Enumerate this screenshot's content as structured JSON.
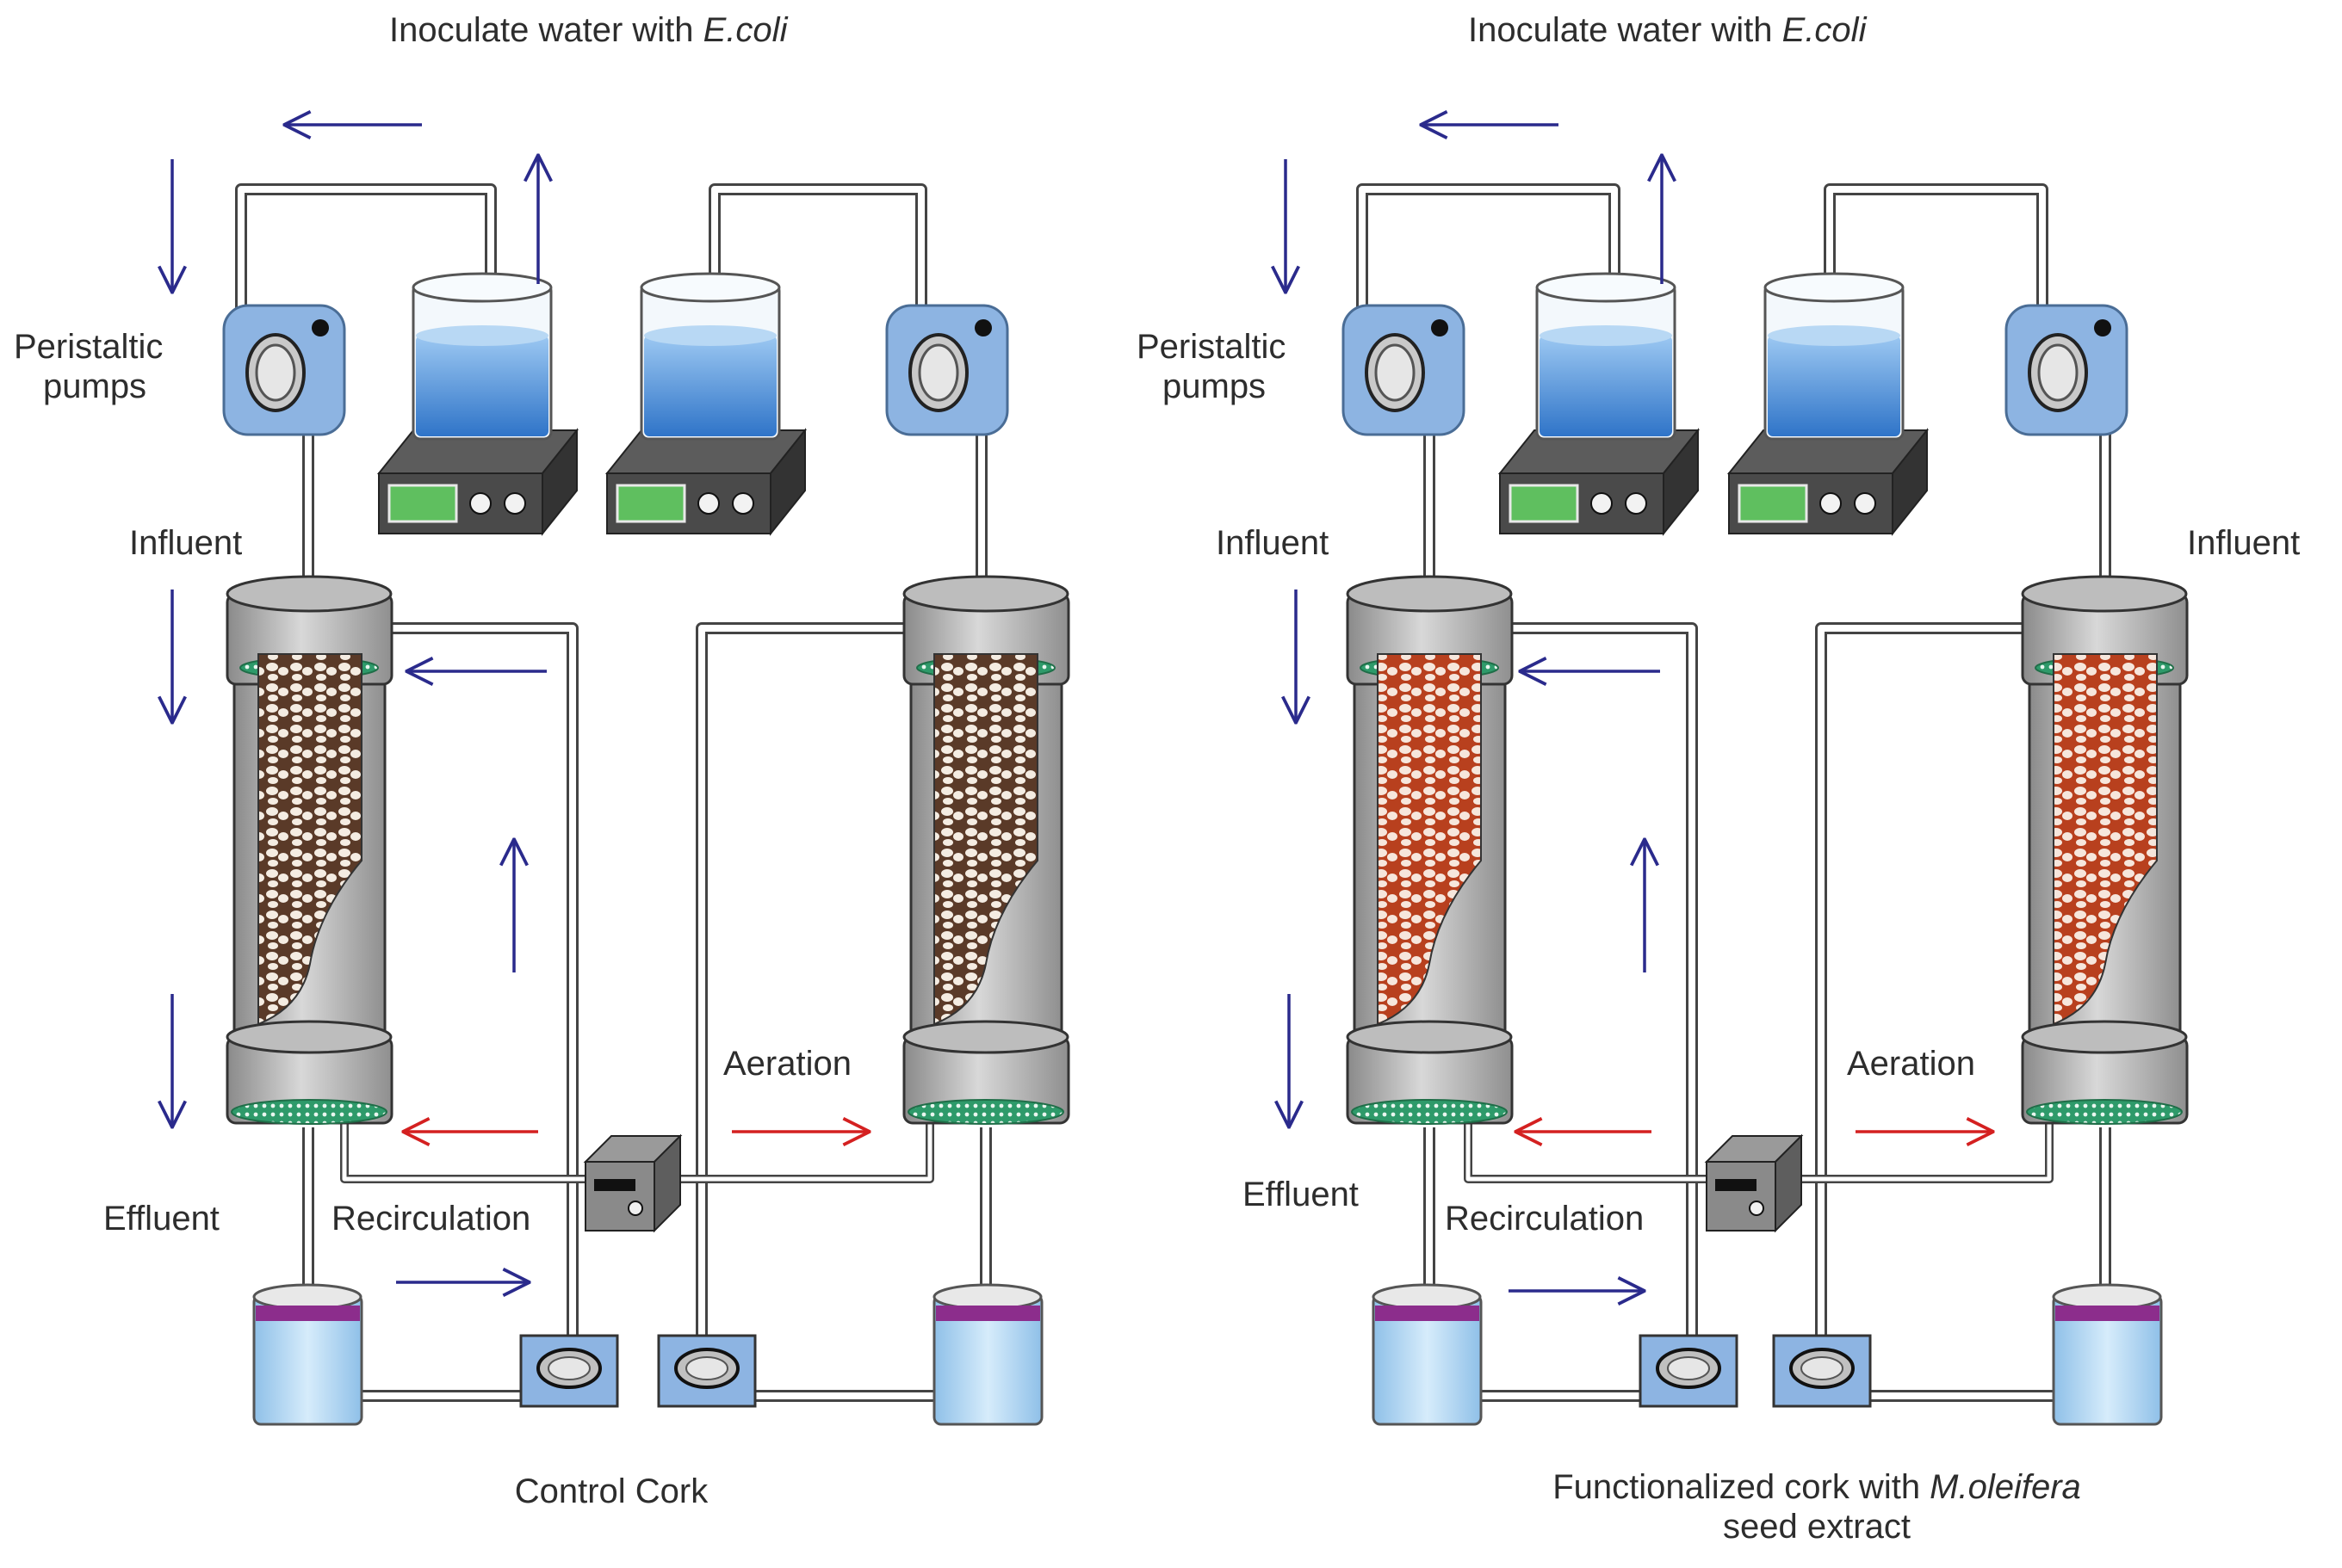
{
  "left_panel": {
    "inoculate_prefix": "Inoculate water with ",
    "inoculate_species": "E.coli",
    "peristaltic_line1": "Peristaltic",
    "peristaltic_line2": "pumps",
    "influent": "Influent",
    "effluent": "Effluent",
    "recirculation": "Recirculation",
    "aeration": "Aeration",
    "caption": "Control Cork"
  },
  "right_panel": {
    "inoculate_prefix": "Inoculate water with ",
    "inoculate_species": "E.coli",
    "peristaltic_line1": "Peristaltic",
    "peristaltic_line2": "pumps",
    "influent_left": "Influent",
    "influent_right": "Influent",
    "effluent": "Effluent",
    "recirculation": "Recirculation",
    "aeration": "Aeration",
    "caption_prefix": "Functionalized cork with ",
    "caption_species": "M.oleifera",
    "caption_line2": "seed extract"
  },
  "colors": {
    "flow_arrow": "#2a2a8c",
    "aeration_arrow": "#d42020",
    "water": "#3f86d6",
    "pump_body": "#8db4e2",
    "control_cork": "#5a3a28",
    "functionalized_cork": "#b8401e",
    "mesh": "#2e9a6a",
    "collector_cap": "#8c2d8c"
  }
}
